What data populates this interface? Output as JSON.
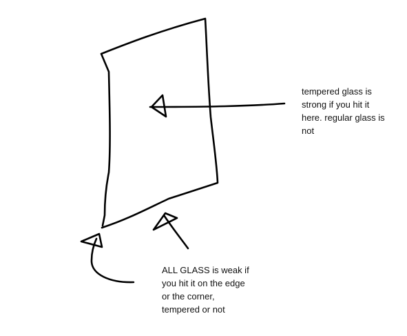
{
  "annotations": {
    "center_note": {
      "lines": [
        "tempered glass is",
        "strong if you hit it",
        "here. regular glass is",
        "not"
      ]
    },
    "edge_note": {
      "lines": [
        "ALL GLASS is weak if",
        "you hit it on the edge",
        "or the corner,",
        "tempered or not"
      ]
    }
  },
  "colors": {
    "ink": "#000000",
    "background": "#ffffff"
  }
}
